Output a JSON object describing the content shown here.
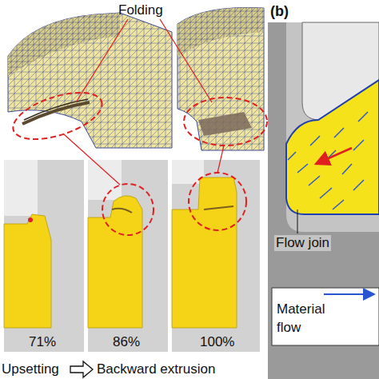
{
  "diagram": {
    "labels": [
      "Folding",
      "(b)",
      "71%",
      "86%",
      "100%",
      "Flow join",
      "Material",
      "flow",
      "Upsetting",
      "Backward extrusion"
    ]
  }
}
